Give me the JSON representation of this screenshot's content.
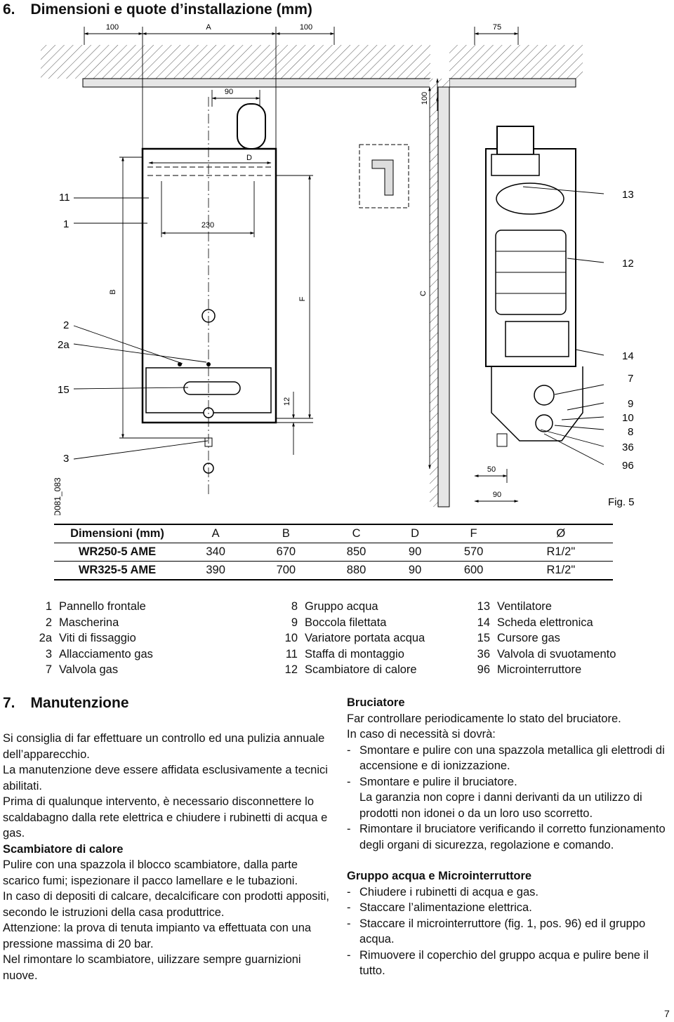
{
  "section6": {
    "number": "6.",
    "title": "Dimensioni e quote d’installazione (mm)"
  },
  "figure": {
    "fig_label": "Fig. 5",
    "code": "D081_083",
    "dims": {
      "top_100_left": "100",
      "top_A": "A",
      "top_100_right": "100",
      "top_75": "75",
      "d90": "90",
      "d100_vertical": "100",
      "dD": "D",
      "d230": "230",
      "dB": "B",
      "dF": "F",
      "dC": "C",
      "d12": "12",
      "d50": "50",
      "d90_bottom": "90"
    },
    "left_callouts": [
      "11",
      "1",
      "2",
      "2a",
      "15",
      "3"
    ],
    "right_callouts": [
      "13",
      "12",
      "14",
      "7",
      "9",
      "10",
      "8",
      "36",
      "96"
    ]
  },
  "dim_table": {
    "headers": [
      "Dimensioni (mm)",
      "A",
      "B",
      "C",
      "D",
      "F",
      "Ø"
    ],
    "rows": [
      [
        "WR250-5 AME",
        "340",
        "670",
        "850",
        "90",
        "570",
        "R1/2\""
      ],
      [
        "WR325-5 AME",
        "390",
        "700",
        "880",
        "90",
        "600",
        "R1/2\""
      ]
    ]
  },
  "legend": {
    "col1": [
      {
        "n": "1",
        "t": "Pannello frontale"
      },
      {
        "n": "2",
        "t": "Mascherina"
      },
      {
        "n": "2a",
        "t": "Viti di fissaggio"
      },
      {
        "n": "3",
        "t": "Allacciamento gas"
      },
      {
        "n": "7",
        "t": "Valvola gas"
      }
    ],
    "col2": [
      {
        "n": "8",
        "t": "Gruppo acqua"
      },
      {
        "n": "9",
        "t": "Boccola filettata"
      },
      {
        "n": "10",
        "t": "Variatore portata acqua"
      },
      {
        "n": "11",
        "t": "Staffa di montaggio"
      },
      {
        "n": "12",
        "t": "Scambiatore di calore"
      }
    ],
    "col3": [
      {
        "n": "13",
        "t": "Ventilatore"
      },
      {
        "n": "14",
        "t": "Scheda elettronica"
      },
      {
        "n": "15",
        "t": "Cursore gas"
      },
      {
        "n": "36",
        "t": "Valvola di svuotamento"
      },
      {
        "n": "96",
        "t": "Microinterruttore"
      }
    ]
  },
  "section7": {
    "number": "7.",
    "title": "Manutenzione",
    "p1": "Si consiglia di far effettuare un controllo ed una pulizia annuale dell’apparecchio.",
    "p2": "La manutenzione deve essere affidata esclusivamente a tecnici abilitati.",
    "p3": "Prima di qualunque intervento, è necessario disconnettere lo scaldabagno dalla rete elettrica e chiudere i rubinetti di acqua e gas.",
    "scamb_title": "Scambiatore di calore",
    "scamb_p1": "Pulire con una spazzola il blocco scambiatore, dalla parte scarico fumi; ispezionare il pacco lamellare e le tubazioni.",
    "scamb_p2": "In caso di depositi di calcare, decalcificare con prodotti appositi, secondo le istruzioni della casa produttrice.",
    "scamb_p3": "Attenzione: la prova di tenuta impianto va effettuata con una pressione massima di 20 bar.",
    "scamb_p4": "Nel rimontare lo scambiatore, uilizzare sempre guarnizioni nuove.",
    "bruc_title": "Bruciatore",
    "bruc_p1": "Far controllare periodicamente lo stato del bruciatore.",
    "bruc_p2": "In caso di necessità si dovrà:",
    "bruc_items": [
      "Smontare e pulire con una spazzola metallica gli elettrodi di accensione e di ionizzazione.",
      "Smontare e pulire il bruciatore.",
      "Rimontare il bruciatore verificando il corretto funzionamento degli organi di sicurezza, regolazione e comando."
    ],
    "bruc_note": "La garanzia non copre i danni derivanti da un utilizzo di prodotti non idonei o da un loro uso scorretto.",
    "gruppo_title": "Gruppo acqua e Microinterruttore",
    "gruppo_items": [
      "Chiudere i rubinetti di acqua e gas.",
      "Staccare l’alimentazione elettrica.",
      "Staccare il microinterruttore (fig. 1, pos. 96) ed il gruppo acqua.",
      "Rimuovere il coperchio del gruppo acqua e pulire bene il tutto."
    ]
  },
  "page_number": "7"
}
